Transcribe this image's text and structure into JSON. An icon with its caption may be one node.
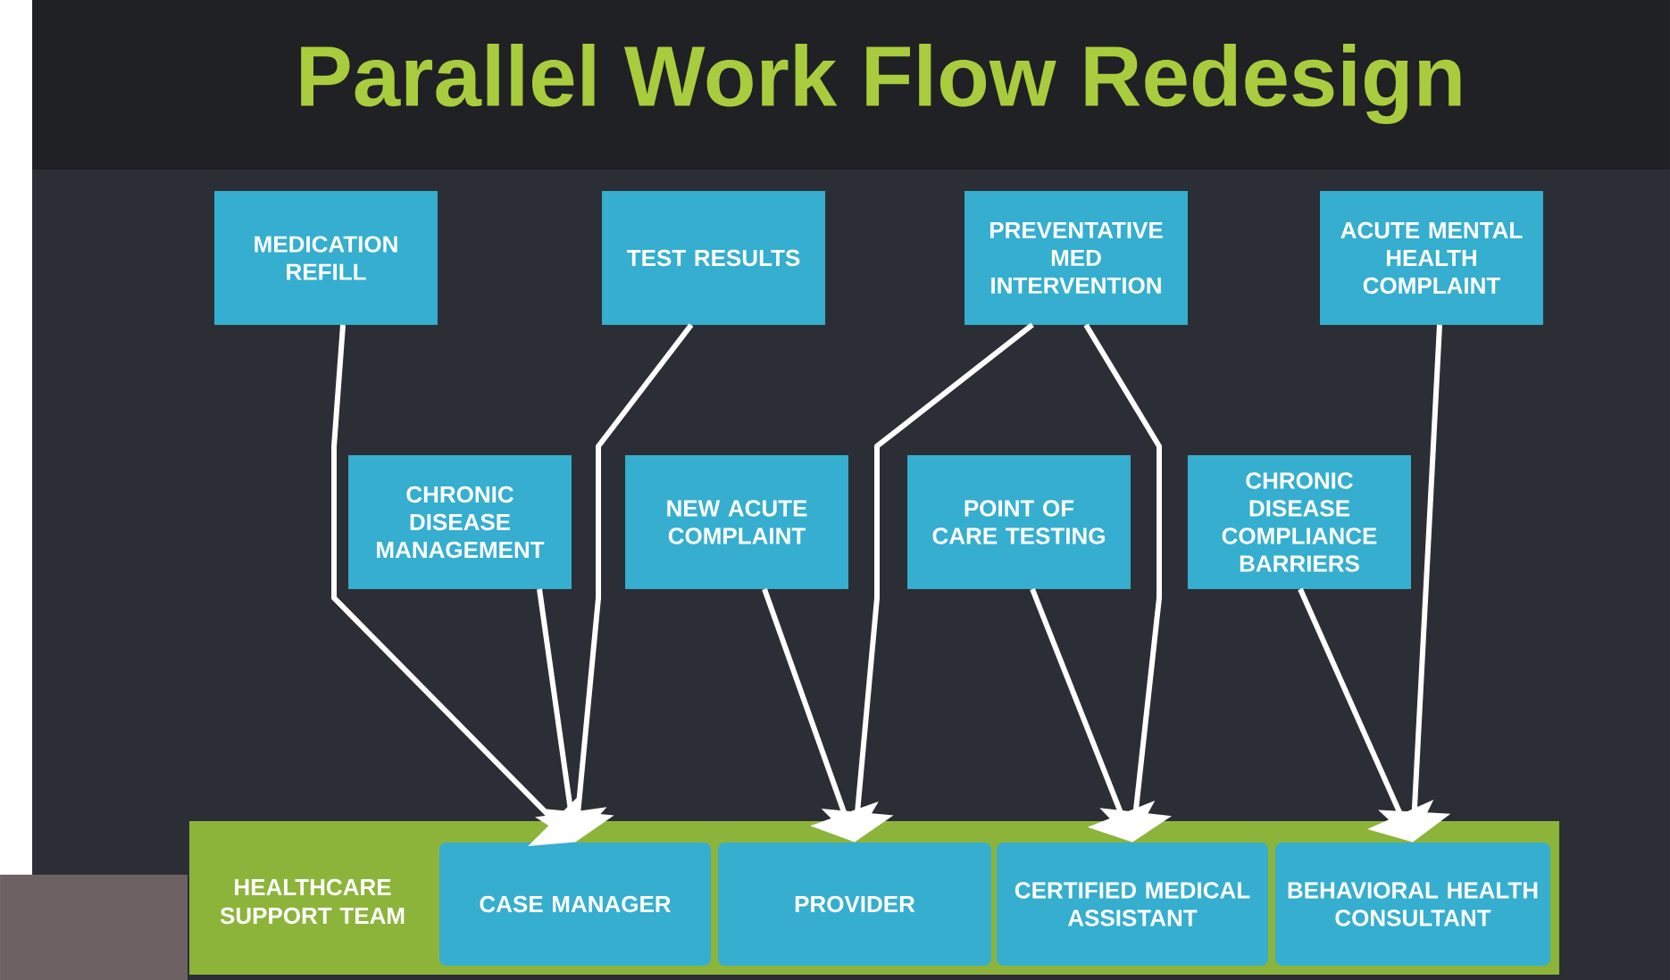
{
  "diagram": {
    "title": "Parallel Work Flow Redesign",
    "nodes": [
      {
        "text": [
          "MEDICATION REFILL"
        ]
      },
      {
        "text": [
          "TEST RESULTS"
        ]
      },
      {
        "text": [
          "PREVENTATIVE MED INTERVENTION"
        ]
      },
      {
        "text": [
          "ACUTE MENTAL HEALTH COMPLAINT"
        ]
      },
      {
        "text": [
          "CHRONIC DISEASE MANAGEMENT"
        ]
      },
      {
        "text": [
          "NEW ACUTE COMPLAINT"
        ]
      },
      {
        "text": [
          "POINT OF CARE TESTING"
        ]
      },
      {
        "text": [
          "CHRONIC DISEASE COMPLIANCE BARRIERS"
        ]
      },
      {
        "text": [
          "HEALTHCARE SUPPORT TEAM"
        ]
      },
      {
        "text": [
          "CASE MANAGER"
        ],
        "in": 8
      },
      {
        "text": [
          "PROVIDER"
        ],
        "in": 8
      },
      {
        "text": [
          "CERTIFIED MEDICAL ASSISTANT"
        ],
        "in": 8
      },
      {
        "text": [
          "BEHAVIORAL HEALTH CONSULTANT"
        ],
        "in": 8
      }
    ],
    "edges": [
      {
        "from": 0,
        "to": 9,
        "arrow": "to"
      },
      {
        "from": 1,
        "to": 9,
        "arrow": "to"
      },
      {
        "from": 2,
        "to": 10,
        "arrow": "to"
      },
      {
        "from": 2,
        "to": 11,
        "arrow": "to"
      },
      {
        "from": 3,
        "to": 12,
        "arrow": "to"
      },
      {
        "from": 4,
        "to": 9,
        "arrow": "to"
      },
      {
        "from": 5,
        "to": 10,
        "arrow": "to"
      },
      {
        "from": 6,
        "to": 11,
        "arrow": "to"
      },
      {
        "from": 7,
        "to": 12,
        "arrow": "to"
      }
    ]
  }
}
